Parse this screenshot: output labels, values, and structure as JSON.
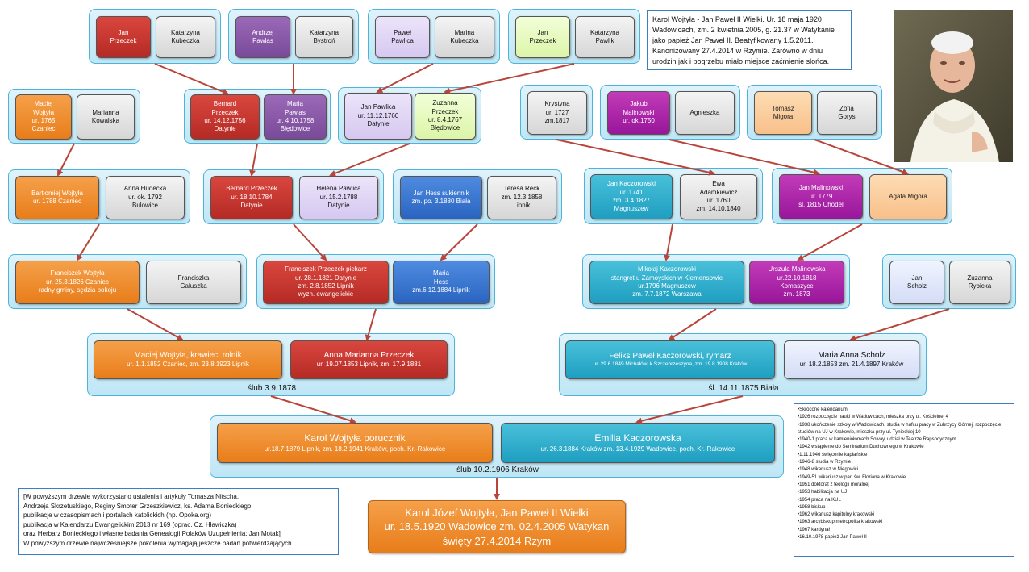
{
  "colors": {
    "arrow": "#b9453a",
    "couple_border": "#4cb4d8",
    "red": "#c0362f",
    "purple": "#8a5aa8",
    "orange": "#ee8a2a",
    "blue": "#2f6fd0",
    "teal": "#2cacca",
    "magenta": "#a8209f"
  },
  "info_box": "Karol Wojtyła - Jan Paweł II Wielki. Ur. 18 maja 1920\nWadowicach, zm. 2 kwietnia 2005, g. 21.37 w Watykanie\njako papież Jan Paweł II. Beatyfikowany 1.5.2011.\nKanonizowany 27.4.2014 w Rzymie. Zarówno w dniu\nurodzin jak i pogrzebu miało miejsce zaćmienie słońca.",
  "portrait": "photo of Pope John Paul II",
  "people": {
    "g1_jan_przeczek": "Jan\nPrzeczek",
    "g1_katarzyna_kubeczka": "Katarzyna\nKubeczka",
    "g1_andrzej_pawlas": "Andrzej\nPawlas",
    "g1_katarzyna_bystron": "Katarzyna\nBystroń",
    "g1_pawel_pawlica": "Paweł\nPawlica",
    "g1_marina_kubeczka": "Marina\nKubeczka",
    "g1_jan_przeczek_2": "Jan\nPrzeczek",
    "g1_katarzyna_pawlik": "Katarzyna\nPawlik",
    "g2_maciej_wojtyla": "Maciej\nWojtyła\nur. 1765\nCzaniec",
    "g2_marianna_kowalska": "Marianna\nKowalska",
    "g2_bernard_przeczek": "Bernard\nPrzeczek\nur. 14.12.1756\nDatynie",
    "g2_maria_pawlas": "Maria\nPawlas\nur. 4.10.1758\nBłędowice",
    "g2_jan_pawlica": "Jan Pawlica\nur. 11.12.1760\nDatynie",
    "g2_zuzanna_przeczek": "Zuzanna\nPrzeczek\nur. 8.4.1767\nBłędowice",
    "g2_krystyna": "Krystyna\nur. 1727\nzm.1817",
    "g2_jakub_malinowski": "Jakub\nMalinowski\nur. ok.1750",
    "g2_agnieszka": "Agnieszka",
    "g2_tomasz_migora": "Tomasz\nMigora",
    "g2_zofia_gorys": "Zofia\nGorys",
    "g3_bartlomiej_wojtyla": "Bartłomiej Wojtyła\nur. 1788 Czaniec",
    "g3_anna_hudecka": "Anna Hudecka\nur. ok. 1792\nBulowice",
    "g3_bernard_przeczek": "Bernard Przeczek\nur. 18.10.1784\nDatynie",
    "g3_helena_pawlica": "Helena Pawlica\nur. 15.2.1788\nDatynie",
    "g3_jan_hess": "Jan Hess sukiennik\nzm. po. 3.1880 Biała",
    "g3_teresa_reck": "Teresa Reck\nzm. 12.3.1858\nLipnik",
    "g3_jan_kaczorowski": "Jan Kaczorowski\nur. 1741\nzm. 3.4.1827\nMagnuszew",
    "g3_ewa_adamkiewicz": "Ewa\nAdamkiewicz\nur. 1760\nzm. 14.10.1840",
    "g3_jan_malinowski": "Jan Malinowski\nur. 1779\nśl. 1815 Chodel",
    "g3_agata_migora": "Agata Migora",
    "g4_franciszek_wojtyla": "Franciszek Wojtyła\nur. 25.3.1826 Czaniec\nradny gminy, sędzia pokoju",
    "g4_franciszka_galuszka": "Franciszka\nGałuszka",
    "g4_franciszek_przeczek": "Franciszek Przeczek piekarz\nur. 28.1.1821 Datynie\nzm. 2.8.1852 Lipnik\nwyzn. ewangelickie",
    "g4_maria_hess": "Maria\nHess\nzm.6.12.1884 Lipnik",
    "g4_mikolaj_kaczorowski": "Mikołaj Kaczorowski\nstangret u Zamoyskich w Klemensowie\nur.1796 Magnuszew\nzm. 7.7.1872 Warszawa",
    "g4_urszula_malinowska": "Urszula Malinowska\nur.22.10.1818\nKomaszyce\nzm. 1873",
    "g4_jan_scholz": "Jan\nScholz",
    "g4_zuzanna_rybicka": "Zuzanna\nRybicka"
  },
  "g5": {
    "maciej_name": "Maciej Wojtyła, krawiec, rolnik",
    "maciej_info": "ur. 1.1.1852 Czaniec, zm. 23.8.1923 Lipnik",
    "anna_name": "Anna Marianna Przeczek",
    "anna_info": "ur. 19.07.1853 Lipnik, zm. 17.9.1881",
    "wedding_left": "ślub 3.9.1878",
    "feliks_name": "Feliks Paweł Kaczorowski, rymarz",
    "feliks_info": "ur. 29.6.1849 Michałów, k.Szczebrzeszyna, zm. 19.8.1908 Kraków",
    "maria_name": "Maria Anna Scholz",
    "maria_info": "ur. 18.2.1853 zm. 21.4.1897 Kraków",
    "wedding_right": "śl. 14.11.1875 Biała"
  },
  "g6": {
    "karol_name": "Karol Wojtyła porucznik",
    "karol_info": "ur.18.7.1879 Lipnik, zm. 18.2.1941 Kraków,  poch. Kr.-Rakowice",
    "emilia_name": "Emilia Kaczorowska",
    "emilia_info": "ur. 26.3.1884 Kraków zm. 13.4.1929 Wadowice,  poch. Kr.-Rakowice",
    "wedding": "ślub 10.2.1906 Kraków"
  },
  "child": {
    "line1": "Karol Józef Wojtyła, Jan Paweł II Wielki",
    "line2": "ur. 18.5.1920 Wadowice zm. 02.4.2005 Watykan",
    "line3": "święty 27.4.2014 Rzym"
  },
  "sources": "[W powyższym drzewie wykorzystano ustalenia i artykuły Tomasza Nitscha,\nAndrzeja Skrzetuskiego, Reginy Smoter Grzeszkiewicz, ks. Adama Bonieckiego\npublikacje w czasopismach i portalach katolickich (np. Opoka.org)\npublikacja w Kalendarzu Ewangelickim 2013 nr 169 (oprac. Cz. Hławiczka)\noraz Herbarz Bonieckiego i własne badania Genealogii Polaków Uzupełnienia: Jan Motak]\nW powyższym drzewie najwcześniejsze pokolenia wymagają jeszcze badań potwierdzających.",
  "calendar": [
    "Skrócone kalendarium",
    "1926 rozpoczęcie nauki w Wadowicach, mieszka przy ul. Kościelnej 4",
    "1938 ukończenie szkoły w Wadowicach, studia w hufcu pracy w Zubrzycy Górnej, rozpoczęcie studiów na UJ w Krakowie, mieszka przy ul. Tynieckiej 10",
    "1940-1 praca w kamieniołomach Solvay, udział w Teatrze Rapsodycznym",
    "1942 wstąpienie do Seminarium Duchownego w Krakowie",
    "1.11.1946 święcenie kapłańskie",
    "1946-8 studia w Rzymie",
    "1948 wikariusz w Niegowici",
    "1949-51 wikariusz w par. św. Floriana w Krakowie",
    "1951 doktorat z teologii moralnej",
    "1953 habilitacja na UJ",
    "1954 praca na KUL",
    "1958 biskup",
    "1962 wikariusz kapitulny krakowski",
    "1963 arcybiskup metropolita krakowski",
    "1967 kardynał",
    "16.10.1978 papież Jan Paweł II"
  ]
}
